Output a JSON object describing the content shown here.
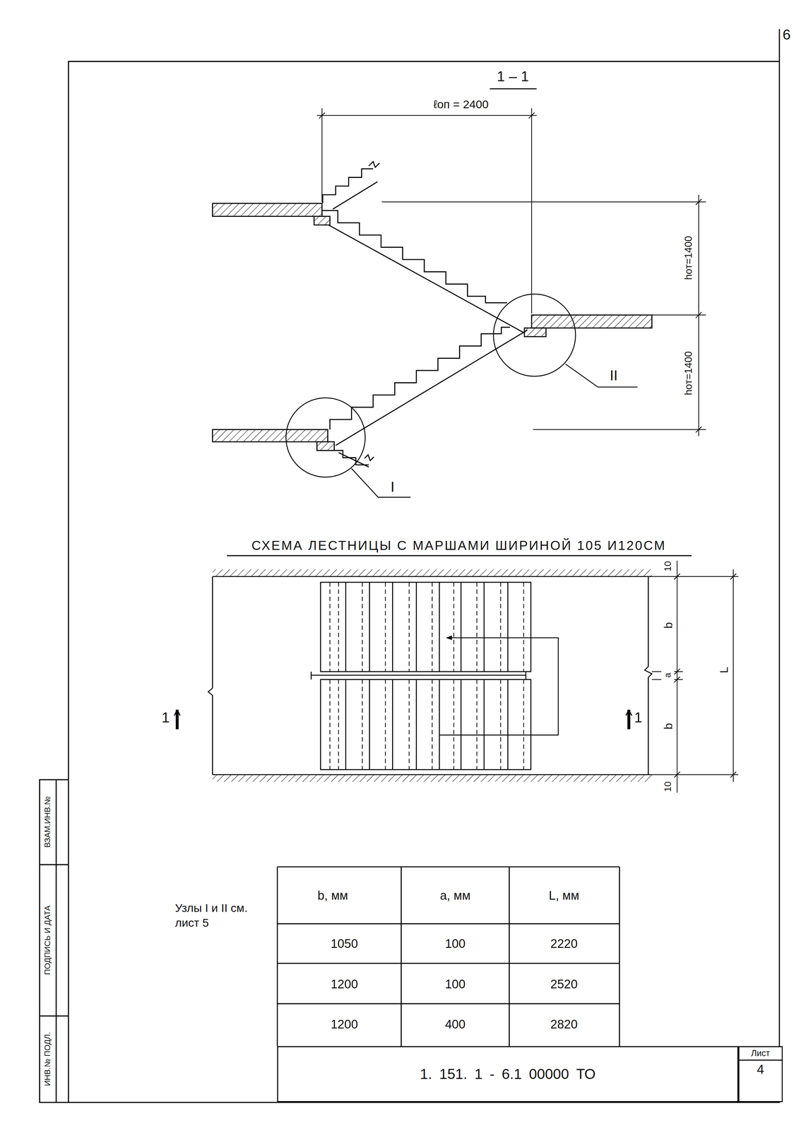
{
  "diagram": {
    "title": "1 – 1",
    "nodes": [
      {
        "text": [
          "1. 151. 1 - 6.1 00000 ТО"
        ]
      },
      {
        "text": [
          "Лист",
          "4"
        ]
      }
    ],
    "labels": [
      "6",
      "ℓоп = 2400",
      "hот=1400",
      "hот=1400",
      "I",
      "II",
      "СХЕМА ЛЕСТНИЦЫ С МАРШАМИ ШИРИНОЙ 105 И120СМ",
      "1",
      "1",
      "10",
      "b",
      "a",
      "b",
      "10",
      "L",
      "b, мм",
      "a, мм",
      "L, мм",
      "1050",
      "100",
      "2220",
      "1200",
      "100",
      "2520",
      "1200",
      "400",
      "2820",
      "Узлы I и II см. лист 5",
      "ВЗАМ.ИНВ.№",
      "ПОДПИСЬ И ДАТА",
      "ИНВ.№ ПОДЛ."
    ]
  }
}
